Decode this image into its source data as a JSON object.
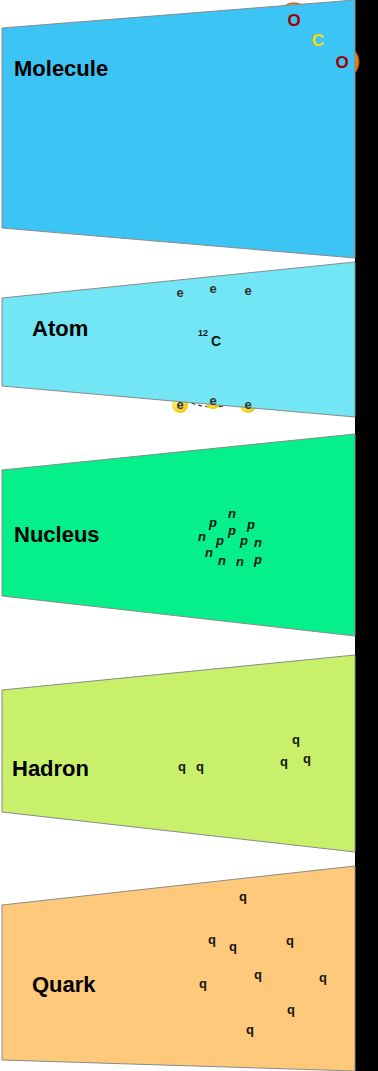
{
  "diagram": {
    "nodes": [
      {
        "text": [
          "Molecule"
        ]
      },
      {
        "text": [
          "Atom"
        ]
      },
      {
        "text": [
          "Nucleus"
        ]
      },
      {
        "text": [
          "Hadron"
        ]
      },
      {
        "text": [
          "Quark"
        ]
      }
    ],
    "labels": [
      "O",
      "C",
      "O",
      "e",
      "e",
      "e",
      "12",
      "C",
      "e",
      "e",
      "e",
      "n",
      "p",
      "p",
      "p",
      "n",
      "p",
      "p",
      "n",
      "n",
      "p",
      "n",
      "n",
      "q",
      "q",
      "q",
      "q",
      "q",
      "q",
      "q",
      "q",
      "q",
      "q",
      "q",
      "q",
      "q",
      "q"
    ]
  }
}
